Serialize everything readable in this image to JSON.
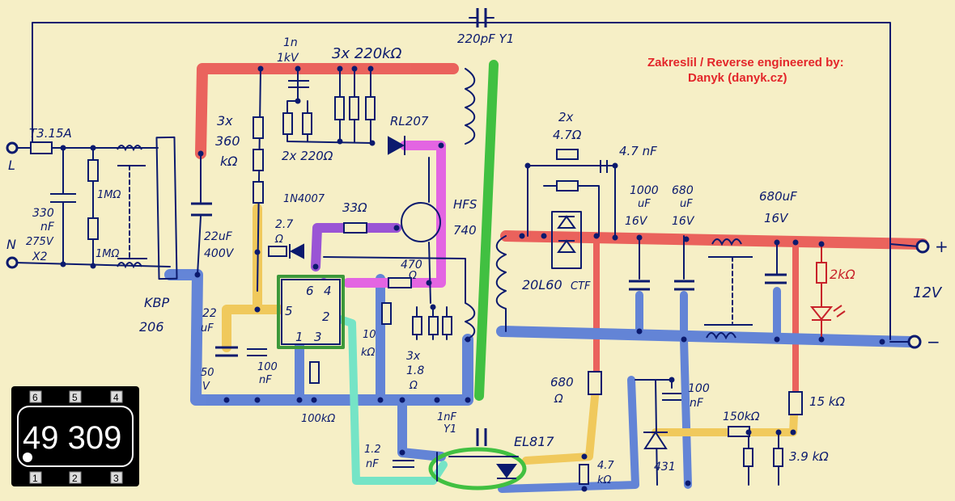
{
  "credit": {
    "line1": "Zakreslil / Reverse engineered by:",
    "line2": "Danyk (danyk.cz)"
  },
  "labels": {
    "fuse": "T3.15A",
    "terminal_l": "L",
    "terminal_n": "N",
    "x_cap_value": "330",
    "x_cap_unit": "nF",
    "x_cap_voltage": "275V",
    "x_cap_class": "X2",
    "bleeder_1": "1MΩ",
    "bleeder_2": "1MΩ",
    "bridge_name": "KBP",
    "bridge_number": "206",
    "bulk_cap_value": "22uF",
    "bulk_cap_voltage": "400V",
    "start_res_count": "3x",
    "start_res_value": "360",
    "start_res_unit": "kΩ",
    "snubber_cap_value": "1n",
    "snubber_cap_voltage": "1kV",
    "snubber_res": "3x 220kΩ",
    "snubber_small_res": "2x 220Ω",
    "snubber_diode": "RL207",
    "y_cap": "220pF Y1",
    "mosfet_name": "HFS",
    "mosfet_number": "740",
    "diode_1n4007": "1N4007",
    "res_2k7_value": "2.7",
    "res_2k7_unit": "Ω",
    "gate_res": "33Ω",
    "res_470_value": "470",
    "res_470_unit": "Ω",
    "vcc_cap_value": "22",
    "vcc_cap_unit": "uF",
    "vcc_cap_voltage": "50",
    "vcc_cap_voltage_unit": "V",
    "cap_100n_left_value": "100",
    "cap_100n_left_unit": "nF",
    "res_100k": "100kΩ",
    "res_10k_value": "10",
    "res_10k_unit": "kΩ",
    "sense_count": "3x",
    "sense_value": "1.8",
    "sense_unit": "Ω",
    "cap_1n_y1_value": "1nF",
    "cap_1n_y1_class": "Y1",
    "cap_1n2_value": "1.2",
    "cap_1n2_unit": "nF",
    "opto": "EL817",
    "res_4k7_value": "4.7",
    "res_4k7_unit": "kΩ",
    "res_680_value": "680",
    "res_680_unit": "Ω",
    "tl431": "431",
    "cap_100n_right_value": "100",
    "cap_100n_right_unit": "nF",
    "res_150k": "150kΩ",
    "res_3k9": "3.9 kΩ",
    "res_15k": "15 kΩ",
    "rc_res_count": "2x",
    "rc_res_value": "4.7Ω",
    "rc_cap": "4.7 nF",
    "schottky_name": "20L60",
    "schottky_suffix": "CTF",
    "cap_1000_value": "1000",
    "cap_1000_unit": "uF",
    "cap_1000_voltage": "16V",
    "cap_680a_value": "680",
    "cap_680a_unit": "uF",
    "cap_680a_voltage": "16V",
    "cap_680b_value": "680uF",
    "cap_680b_voltage": "16V",
    "led_res": "2kΩ",
    "out_plus": "+",
    "out_minus": "−",
    "out_voltage": "12V",
    "pin_1": "1",
    "pin_2": "2",
    "pin_3": "3",
    "pin_4": "4",
    "pin_5": "5",
    "pin_6": "6"
  },
  "ic_chip": {
    "marking": "49 309",
    "pins_top": [
      "6",
      "5",
      "4"
    ],
    "pins_bottom": [
      "1",
      "2",
      "3"
    ]
  },
  "colors": {
    "hv_red": "#e84a4a",
    "ground_blue": "#4a72d9",
    "vcc_yellow": "#f0c34a",
    "drain_magenta": "#e04de8",
    "gate_purple": "#8a3ad8",
    "feedback_cyan": "#5fe3c6",
    "isolation_green": "#22b82a",
    "ink": "#0b1a6e",
    "background": "#f6efc6"
  }
}
